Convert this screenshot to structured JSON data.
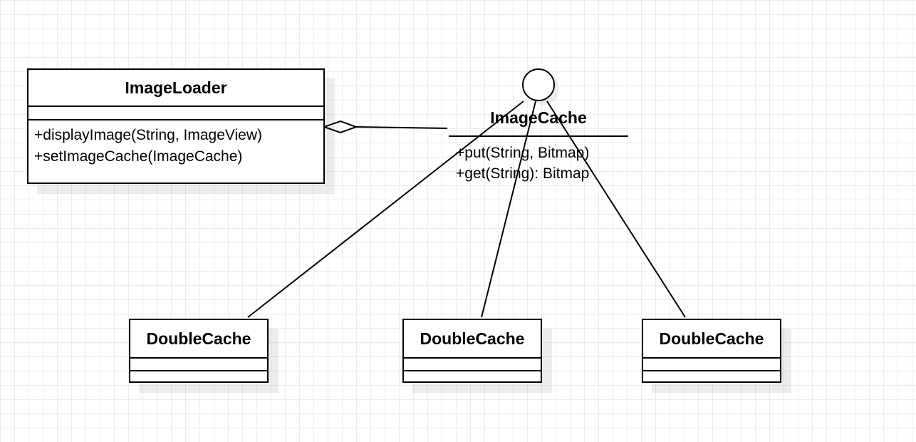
{
  "image_loader": {
    "name": "ImageLoader",
    "operations": [
      "+displayImage(String, ImageView)",
      "+setImageCache(ImageCache)"
    ]
  },
  "image_cache": {
    "name": "ImageCache",
    "stereotype_icon": "interface-lollipop-circle",
    "operations": [
      "+put(String, Bitmap)",
      "+get(String): Bitmap"
    ]
  },
  "implementations": [
    {
      "name": "DoubleCache"
    },
    {
      "name": "DoubleCache"
    },
    {
      "name": "DoubleCache"
    }
  ],
  "relationships": {
    "aggregation": {
      "from": "ImageLoader",
      "to": "ImageCache",
      "kind": "aggregation"
    },
    "realizations": [
      {
        "from": "DoubleCache",
        "to": "ImageCache"
      },
      {
        "from": "DoubleCache",
        "to": "ImageCache"
      },
      {
        "from": "DoubleCache",
        "to": "ImageCache"
      }
    ]
  }
}
